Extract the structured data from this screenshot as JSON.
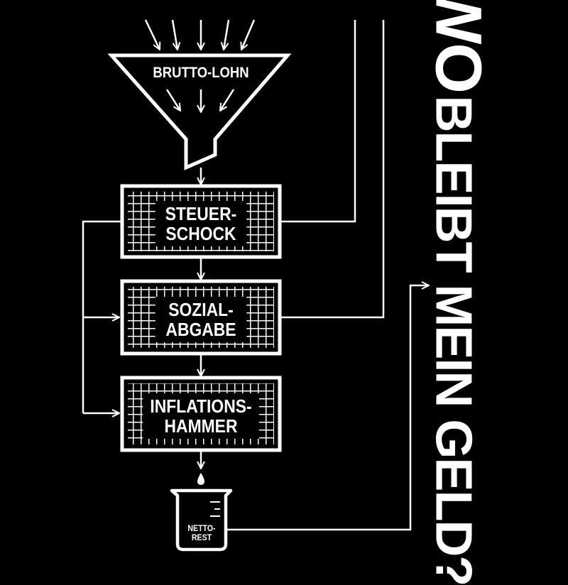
{
  "diagram": {
    "nodes": {
      "funnel": {
        "label": "BRUTTO-LOHN"
      },
      "tax": {
        "line1": "STEUER-",
        "line2": "SCHOCK"
      },
      "social": {
        "line1": "SOZIAL-",
        "line2": "ABGABE"
      },
      "inflation": {
        "line1": "INFLATIONS-",
        "line2": "HAMMER"
      },
      "beaker": {
        "line1": "NETTO-",
        "line2": "REST"
      }
    }
  },
  "title": {
    "word1": "WO",
    "rest": "BLEIBT MEIN GELD?"
  },
  "colors": {
    "background": "#000000",
    "foreground": "#ffffff"
  }
}
